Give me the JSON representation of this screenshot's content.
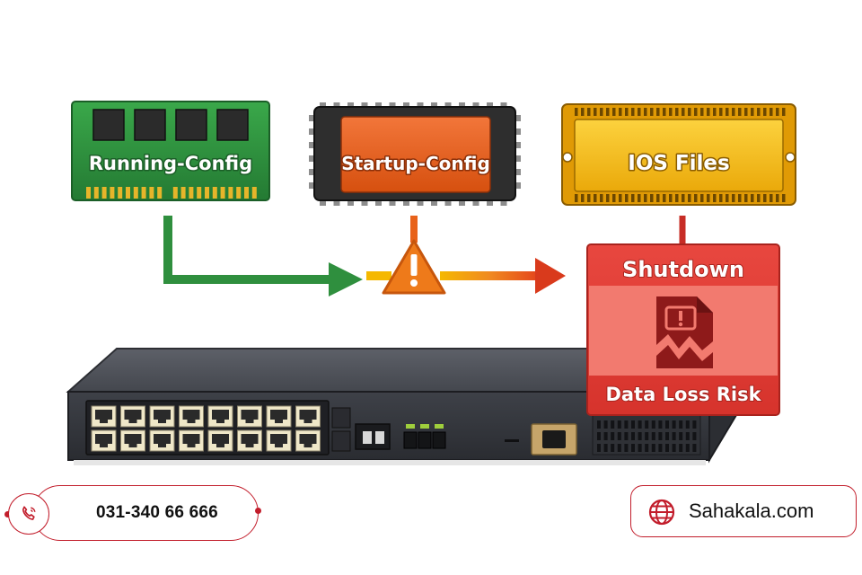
{
  "memory": {
    "running_config": "Running-Config",
    "startup_config": "Startup-Config",
    "ios_files": "IOS Files"
  },
  "warning_panel": {
    "title": "Shutdown",
    "risk_label": "Data Loss Risk"
  },
  "contact": {
    "phone": "031-340 66 666",
    "website": "Sahakala.com"
  },
  "icons": {
    "warning": "warning-triangle-icon",
    "file_loss": "broken-file-icon",
    "phone": "phone-icon",
    "globe": "globe-icon"
  },
  "colors": {
    "running_green": "#2f8f3e",
    "startup_orange": "#e8621a",
    "ios_yellow": "#f2b90f",
    "danger_red": "#d83a33",
    "brand_red": "#c21d2b"
  }
}
